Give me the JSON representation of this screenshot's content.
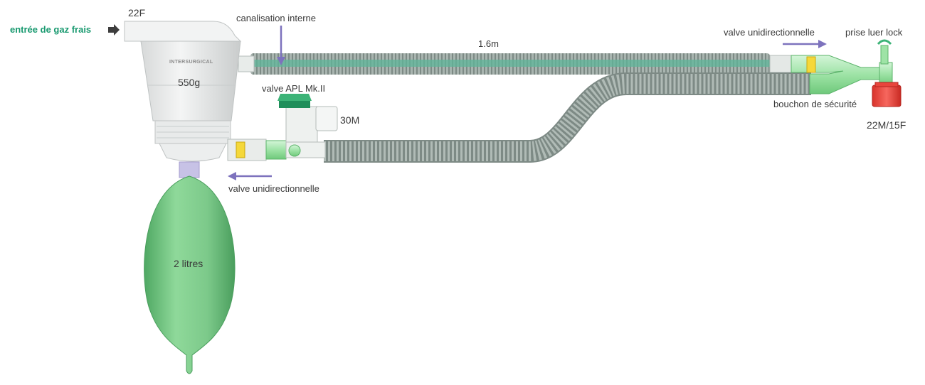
{
  "labels": {
    "fresh_gas_inlet": "entrée de gaz frais",
    "connector_22f": "22F",
    "internal_channel": "canalisation interne",
    "length": "1.6m",
    "one_way_valve_top": "valve unidirectionnelle",
    "luer_lock_port": "prise luer lock",
    "safety_cap": "bouchon de sécurité",
    "connector_22m_15f": "22M/15F",
    "canister_weight": "550g",
    "apl_valve": "valve APL Mk.II",
    "connector_30m": "30M",
    "one_way_valve_bottom": "valve unidirectionnelle",
    "bag_volume": "2 litres",
    "brand": "INTERSURGICAL"
  },
  "colors": {
    "label_accent": "#18996f",
    "arrow": "#7d72bd",
    "tube": "#8f9d98",
    "tube_dark": "#6e7c77",
    "bag": "#7fcf8c",
    "bag_dark": "#4fa863",
    "fitting_green": "#9ee3a6",
    "safety_cap": "#e8453c"
  }
}
